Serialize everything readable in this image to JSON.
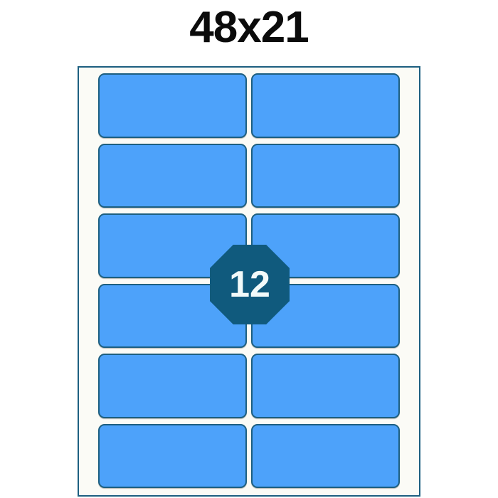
{
  "title": "48x21",
  "sheet": {
    "name": "label-sheet",
    "columns": 2,
    "rows": 6,
    "label_count": 12,
    "labels": [
      {
        "id": 1,
        "text": ""
      },
      {
        "id": 2,
        "text": ""
      },
      {
        "id": 3,
        "text": ""
      },
      {
        "id": 4,
        "text": ""
      },
      {
        "id": 5,
        "text": ""
      },
      {
        "id": 6,
        "text": ""
      },
      {
        "id": 7,
        "text": ""
      },
      {
        "id": 8,
        "text": ""
      },
      {
        "id": 9,
        "text": ""
      },
      {
        "id": 10,
        "text": ""
      },
      {
        "id": 11,
        "text": ""
      },
      {
        "id": 12,
        "text": ""
      }
    ]
  },
  "badge": {
    "number": "12",
    "shape": "octagon"
  },
  "colors": {
    "page_background": "#ffffff",
    "sheet_background": "#fbfbf6",
    "sheet_border": "#1d5f80",
    "label_fill": "#4da2fa",
    "label_border": "#1d5f80",
    "badge_fill": "#105a7d",
    "badge_text": "#f2fafa",
    "title_text": "#0b0b0b"
  }
}
